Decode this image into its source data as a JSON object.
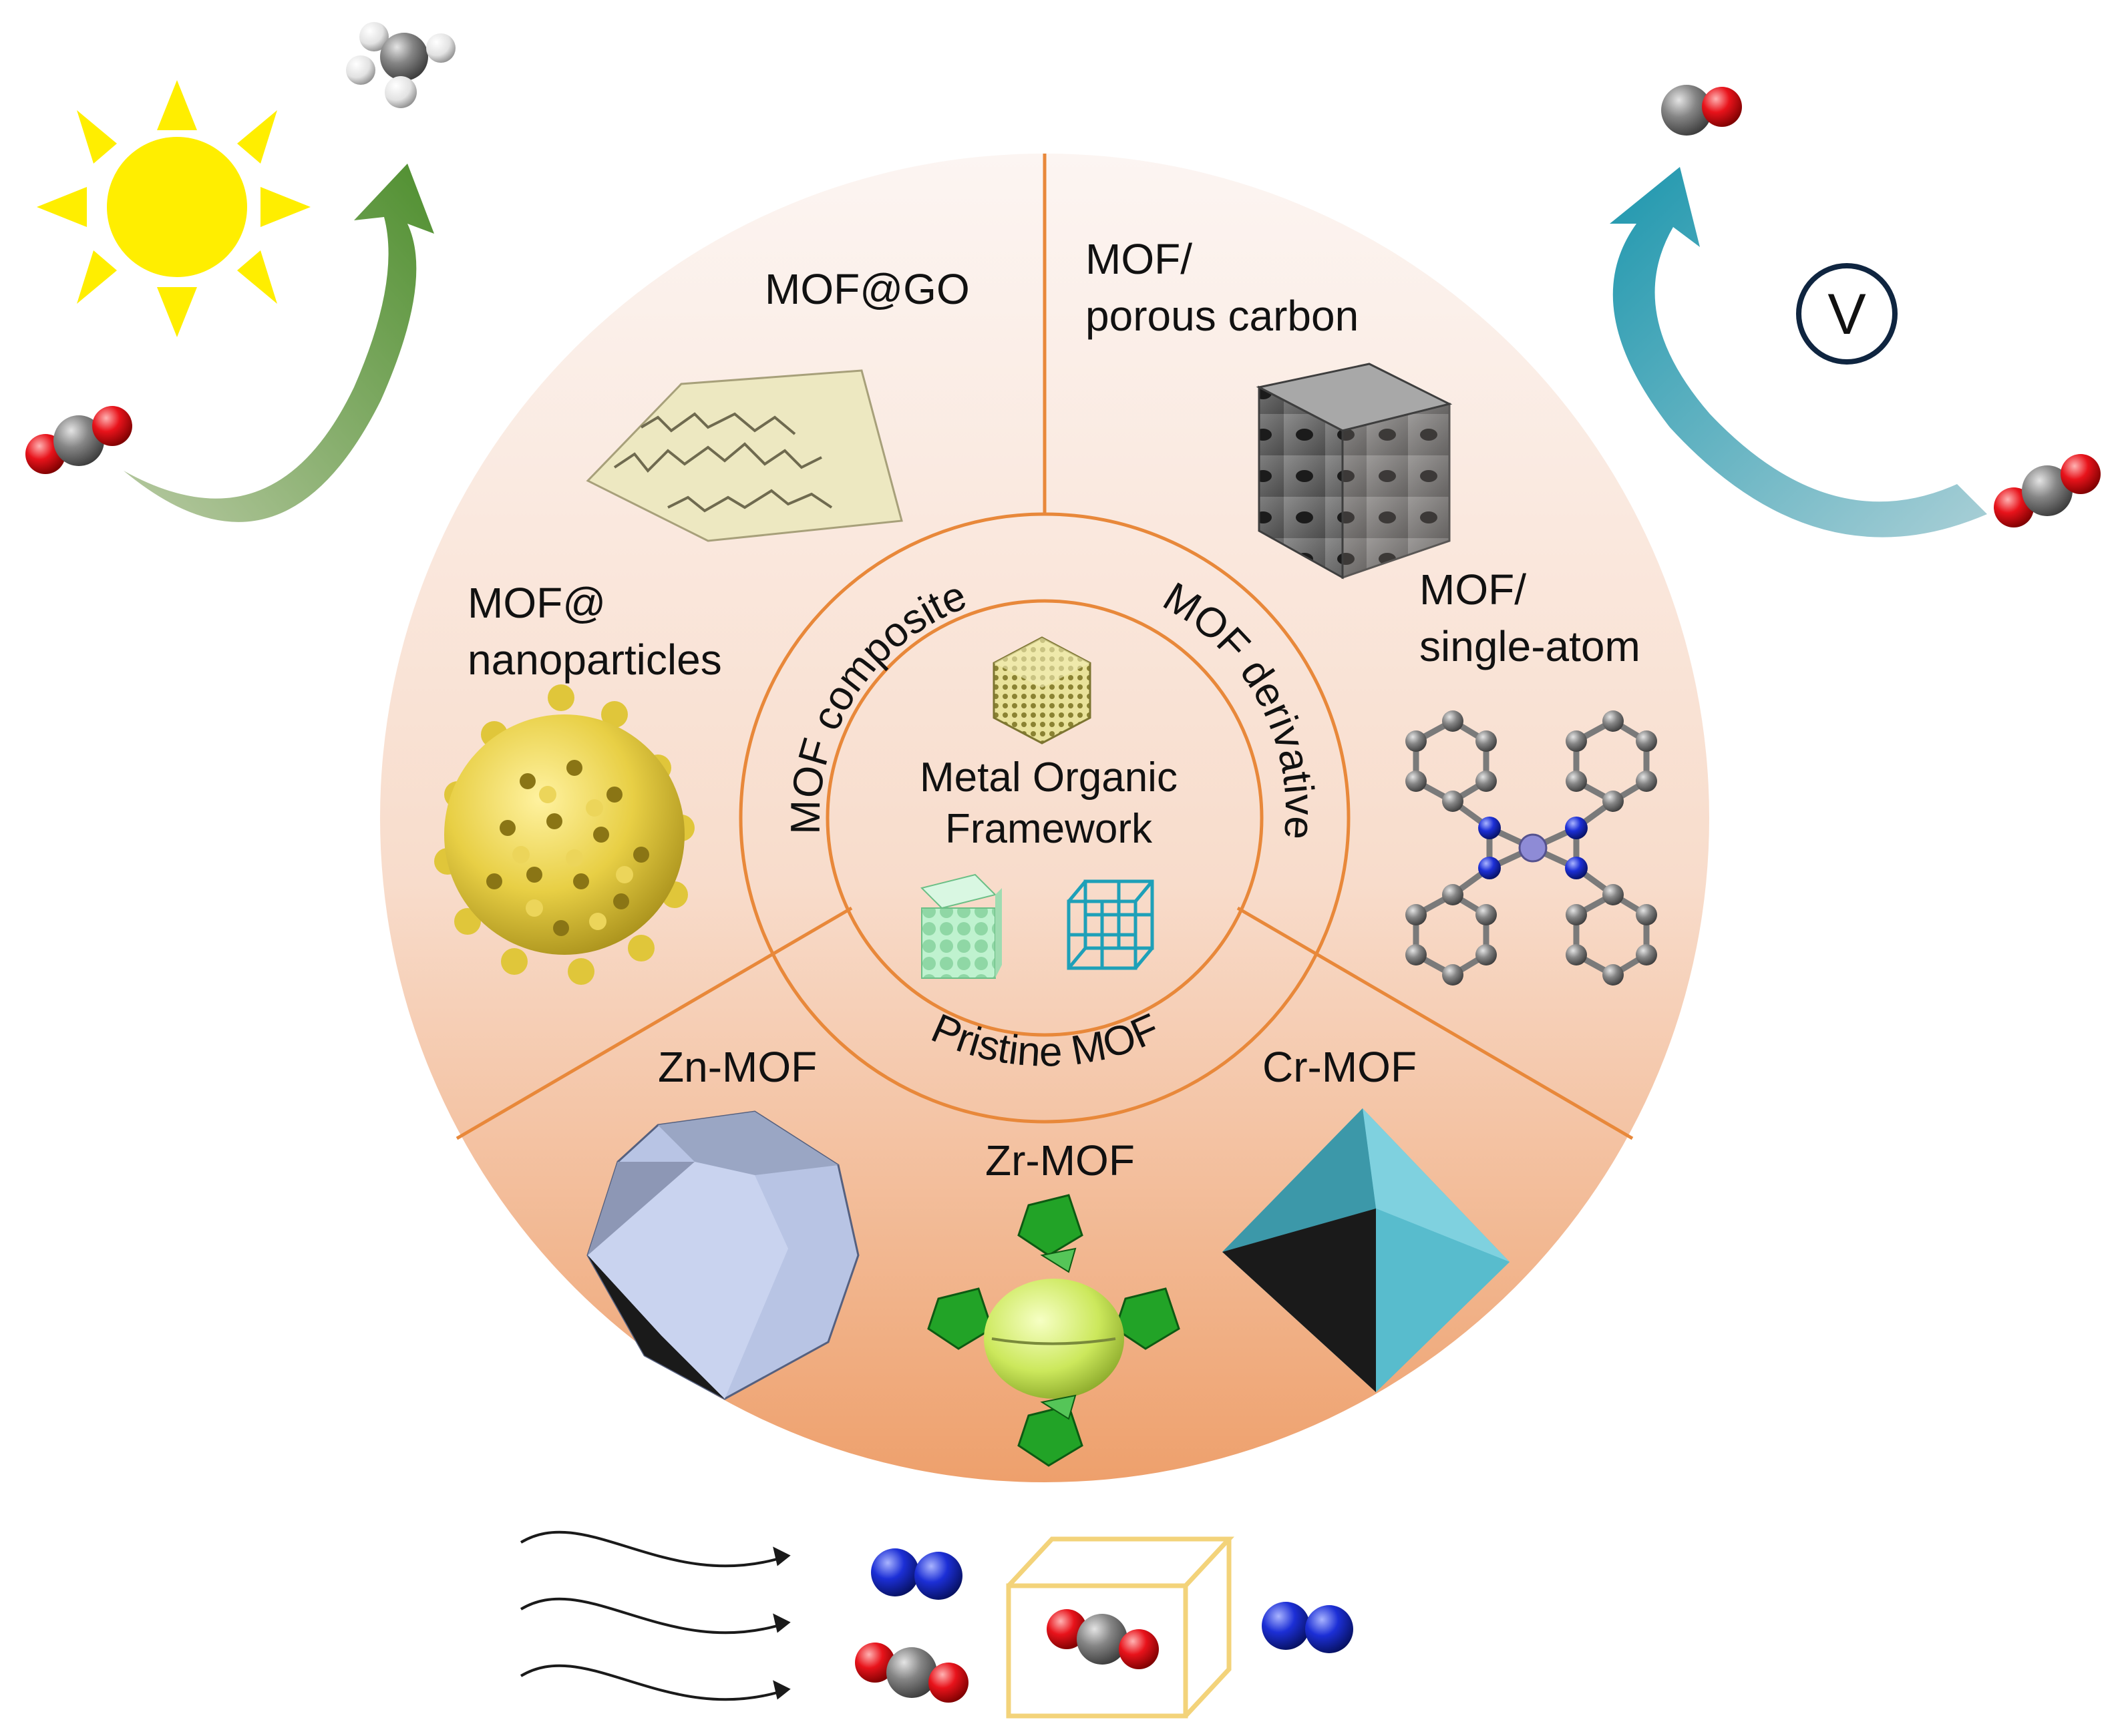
{
  "diagram": {
    "center": {
      "line1": "Metal Organic",
      "line2": "Framework"
    },
    "ring": {
      "left": "MOF composite",
      "right": "MOF derivative",
      "bottom": "Pristine MOF"
    },
    "sectors": {
      "composite": {
        "top_label": "MOF@GO",
        "left_line1": "MOF@",
        "left_line2": "nanoparticles"
      },
      "derivative": {
        "top_line1": "MOF/",
        "top_line2": "porous carbon",
        "right_line1": "MOF/",
        "right_line2": "single-atom"
      },
      "pristine": {
        "zn": "Zn-MOF",
        "zr": "Zr-MOF",
        "cr": "Cr-MOF"
      }
    },
    "electro_symbol": "V",
    "colors": {
      "divider": "#e8883a",
      "disk_top": "#fbf2ee",
      "disk_bottom": "#f0a06d",
      "photo_arrow": "#5e9a3a",
      "electro_arrow": "#2b9bb0",
      "sun": "#ffee00",
      "carbon": "#6f6f6f",
      "oxygen": "#e8131b",
      "nitrogen": "#1c2fd6",
      "capture_box": "#f3d37a"
    },
    "icons": [
      "sun-icon",
      "methane-molecule-icon",
      "co2-molecule-icon",
      "co-molecule-icon",
      "n2-molecule-icon",
      "voltmeter-icon",
      "gas-flow-icon"
    ]
  }
}
